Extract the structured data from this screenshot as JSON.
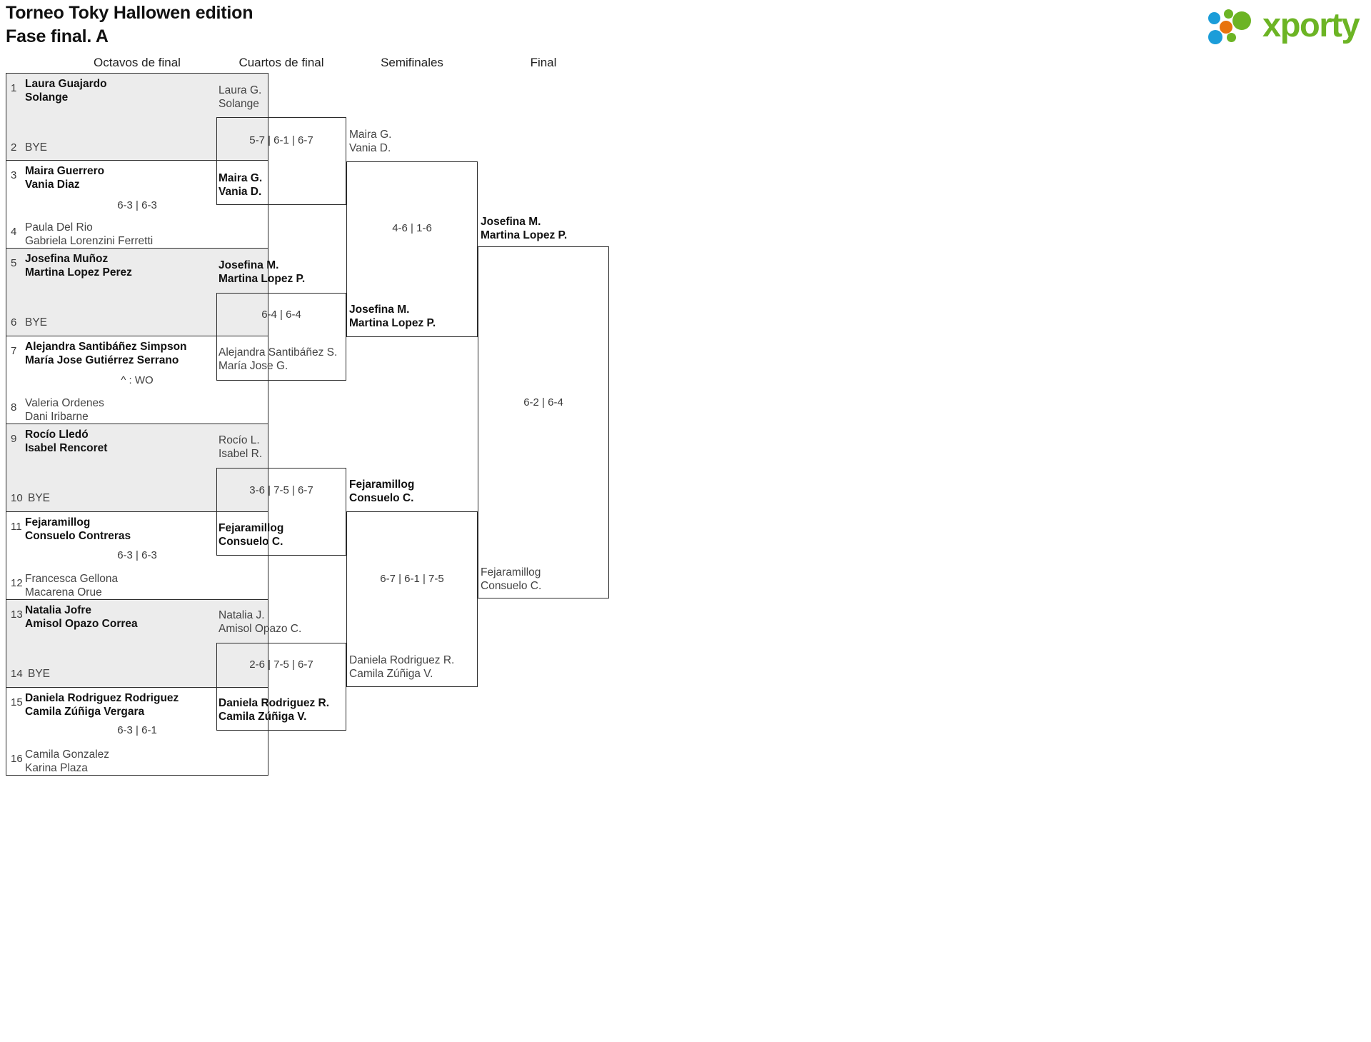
{
  "header": {
    "title_line1": "Torneo Toky Hallowen edition",
    "title_line2": "Fase final. A",
    "logo_text": "xporty",
    "logo_colors": {
      "green": "#6cb424",
      "blue": "#1b9dd9",
      "orange": "#e8730c"
    }
  },
  "rounds": [
    {
      "id": "r1",
      "label": "Octavos de final"
    },
    {
      "id": "r2",
      "label": "Cuartos de final"
    },
    {
      "id": "r3",
      "label": "Semifinales"
    },
    {
      "id": "r4",
      "label": "Final"
    }
  ],
  "bye_label": "BYE",
  "round1": {
    "matches": [
      {
        "score": "",
        "top": {
          "seed": "1",
          "line1": "Laura Guajardo",
          "line2": "Solange",
          "result": "winner"
        },
        "bottom": {
          "seed": "2",
          "bye": true,
          "result": "loser"
        }
      },
      {
        "score": "6-3 | 6-3",
        "top": {
          "seed": "3",
          "line1": "Maira Guerrero",
          "line2": "Vania Diaz",
          "result": "winner"
        },
        "bottom": {
          "seed": "4",
          "line1": "Paula Del Rio",
          "line2": "Gabriela Lorenzini Ferretti",
          "result": "loser"
        }
      },
      {
        "score": "",
        "top": {
          "seed": "5",
          "line1": "Josefina Muñoz",
          "line2": "Martina Lopez Perez",
          "result": "winner"
        },
        "bottom": {
          "seed": "6",
          "bye": true,
          "result": "loser"
        }
      },
      {
        "score": "^ : WO",
        "top": {
          "seed": "7",
          "line1": "Alejandra Santibáñez Simpson",
          "line2": "María Jose Gutiérrez Serrano",
          "result": "winner"
        },
        "bottom": {
          "seed": "8",
          "line1": "Valeria Ordenes",
          "line2": "Dani Iribarne",
          "result": "loser"
        }
      },
      {
        "score": "",
        "top": {
          "seed": "9",
          "line1": "Rocío Lledó",
          "line2": "Isabel Rencoret",
          "result": "winner"
        },
        "bottom": {
          "seed": "10",
          "bye": true,
          "result": "loser"
        }
      },
      {
        "score": "6-3 | 6-3",
        "top": {
          "seed": "11",
          "line1": "Fejaramillog",
          "line2": "Consuelo Contreras",
          "result": "winner"
        },
        "bottom": {
          "seed": "12",
          "line1": "Francesca Gellona",
          "line2": "Macarena Orue",
          "result": "loser"
        }
      },
      {
        "score": "",
        "top": {
          "seed": "13",
          "line1": "Natalia Jofre",
          "line2": "Amisol Opazo Correa",
          "result": "winner"
        },
        "bottom": {
          "seed": "14",
          "bye": true,
          "result": "loser"
        }
      },
      {
        "score": "6-3 | 6-1",
        "top": {
          "seed": "15",
          "line1": "Daniela Rodriguez Rodriguez",
          "line2": "Camila Zúñiga Vergara",
          "result": "winner"
        },
        "bottom": {
          "seed": "16",
          "line1": "Camila Gonzalez",
          "line2": "Karina Plaza",
          "result": "loser"
        }
      }
    ]
  },
  "round2": {
    "matches": [
      {
        "score": "5-7 | 6-1 | 6-7",
        "top": {
          "line1": "Laura G.",
          "line2": "Solange",
          "result": "loser"
        },
        "bottom": {
          "line1": "Maira G.",
          "line2": "Vania D.",
          "result": "winner"
        }
      },
      {
        "score": "6-4 | 6-4",
        "top": {
          "line1": "Josefina M.",
          "line2": "Martina Lopez P.",
          "result": "winner"
        },
        "bottom": {
          "line1": "Alejandra Santibáñez S.",
          "line2": "María Jose G.",
          "result": "loser"
        }
      },
      {
        "score": "3-6 | 7-5 | 6-7",
        "top": {
          "line1": "Rocío L.",
          "line2": "Isabel R.",
          "result": "loser"
        },
        "bottom": {
          "line1": "Fejaramillog",
          "line2": "Consuelo C.",
          "result": "winner"
        }
      },
      {
        "score": "2-6 | 7-5 | 6-7",
        "top": {
          "line1": "Natalia J.",
          "line2": "Amisol Opazo C.",
          "result": "loser"
        },
        "bottom": {
          "line1": "Daniela Rodriguez R.",
          "line2": "Camila Zúñiga V.",
          "result": "winner"
        }
      }
    ]
  },
  "round3": {
    "matches": [
      {
        "score": "4-6 | 1-6",
        "top": {
          "line1": "Maira G.",
          "line2": "Vania D.",
          "result": "loser"
        },
        "bottom": {
          "line1": "Josefina M.",
          "line2": "Martina Lopez P.",
          "result": "winner"
        }
      },
      {
        "score": "6-7 | 6-1 | 7-5",
        "top": {
          "line1": "Fejaramillog",
          "line2": "Consuelo C.",
          "result": "winner"
        },
        "bottom": {
          "line1": "Daniela Rodriguez R.",
          "line2": "Camila Zúñiga V.",
          "result": "loser"
        }
      }
    ]
  },
  "round4": {
    "matches": [
      {
        "score": "6-2 | 6-4",
        "top": {
          "line1": "Josefina M.",
          "line2": "Martina Lopez P.",
          "result": "winner"
        },
        "bottom": {
          "line1": "Fejaramillog",
          "line2": "Consuelo C.",
          "result": "loser"
        }
      }
    ]
  }
}
